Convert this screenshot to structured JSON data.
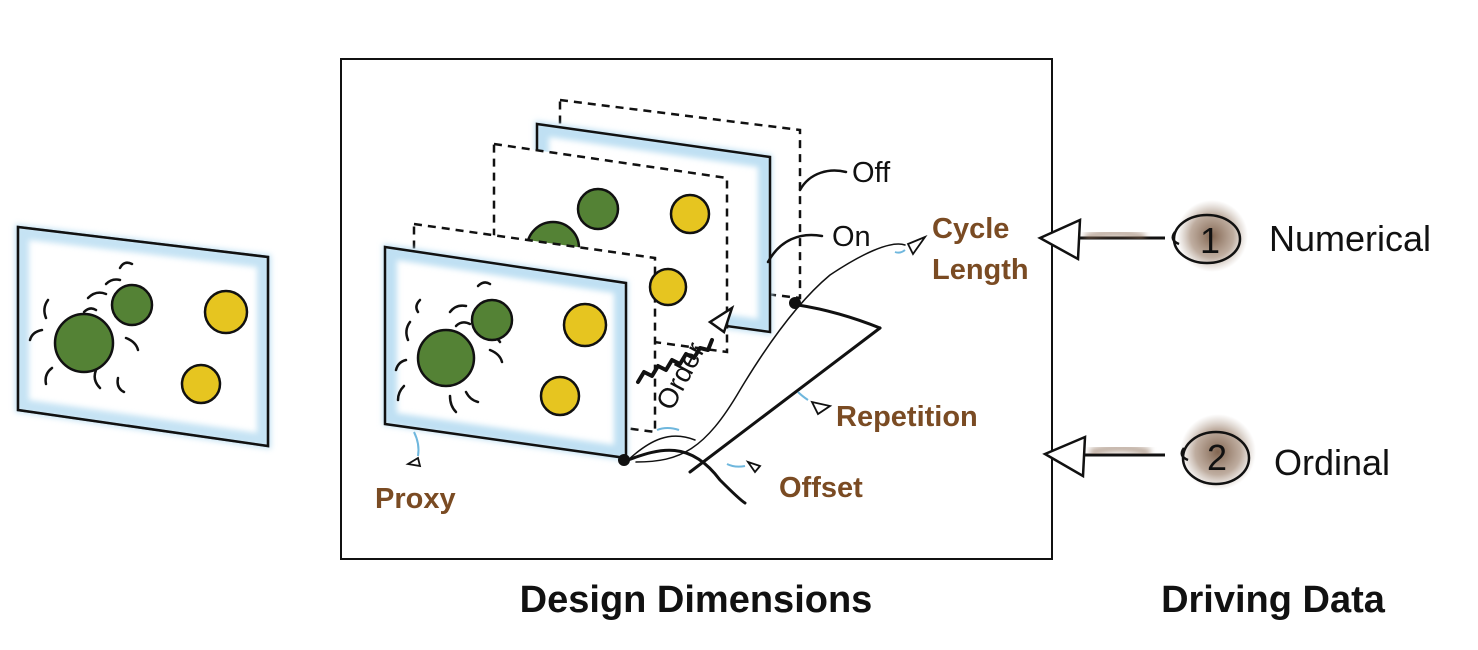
{
  "labels": {
    "off": "Off",
    "on": "On",
    "order": "Order",
    "cycle_length": [
      "Cycle",
      "Length"
    ],
    "repetition": "Repetition",
    "offset": "Offset",
    "proxy": "Proxy"
  },
  "captions": {
    "design_dimensions": "Design Dimensions",
    "driving_data": "Driving Data"
  },
  "driving_data": [
    {
      "number": "1",
      "label": "Numerical"
    },
    {
      "number": "2",
      "label": "Ordinal"
    }
  ],
  "colors": {
    "green": "#548235",
    "yellow": "#e6c520",
    "frame_blue": "#bfe0f3",
    "label_brown": "#7a4b23",
    "stroke": "#111111"
  }
}
